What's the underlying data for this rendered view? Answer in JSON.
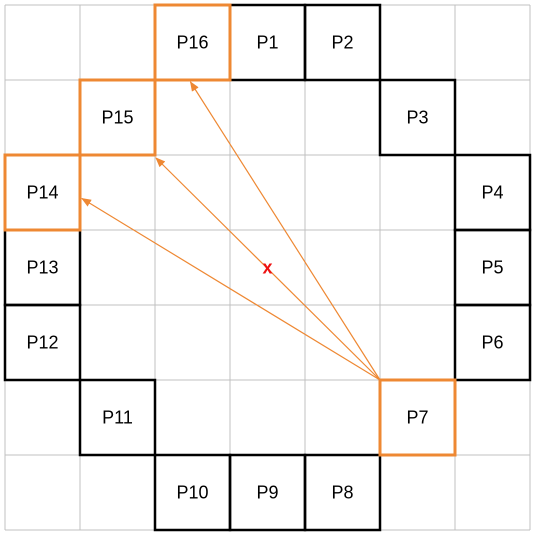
{
  "grid": {
    "rows": 7,
    "cols": 7,
    "line_color": "#c0c0c0",
    "bold_color": "#000000",
    "highlight_color": "#ee8833"
  },
  "cells": [
    {
      "label": "P16",
      "row": 0,
      "col": 2,
      "highlight": true
    },
    {
      "label": "P1",
      "row": 0,
      "col": 3,
      "highlight": false
    },
    {
      "label": "P2",
      "row": 0,
      "col": 4,
      "highlight": false
    },
    {
      "label": "P3",
      "row": 1,
      "col": 5,
      "highlight": false
    },
    {
      "label": "P15",
      "row": 1,
      "col": 1,
      "highlight": true
    },
    {
      "label": "P14",
      "row": 2,
      "col": 0,
      "highlight": true
    },
    {
      "label": "P4",
      "row": 2,
      "col": 6,
      "highlight": false
    },
    {
      "label": "P13",
      "row": 3,
      "col": 0,
      "highlight": false
    },
    {
      "label": "P5",
      "row": 3,
      "col": 6,
      "highlight": false
    },
    {
      "label": "P12",
      "row": 4,
      "col": 0,
      "highlight": false
    },
    {
      "label": "P6",
      "row": 4,
      "col": 6,
      "highlight": false
    },
    {
      "label": "P11",
      "row": 5,
      "col": 1,
      "highlight": false
    },
    {
      "label": "P7",
      "row": 5,
      "col": 5,
      "highlight": true
    },
    {
      "label": "P10",
      "row": 6,
      "col": 2,
      "highlight": false
    },
    {
      "label": "P9",
      "row": 6,
      "col": 3,
      "highlight": false
    },
    {
      "label": "P8",
      "row": 6,
      "col": 4,
      "highlight": false
    }
  ],
  "center_marker": {
    "text": "x",
    "color": "#ee1111"
  },
  "arrows": {
    "from": "P7",
    "to": [
      "P16",
      "P15",
      "P14"
    ],
    "color": "#ee8833"
  }
}
